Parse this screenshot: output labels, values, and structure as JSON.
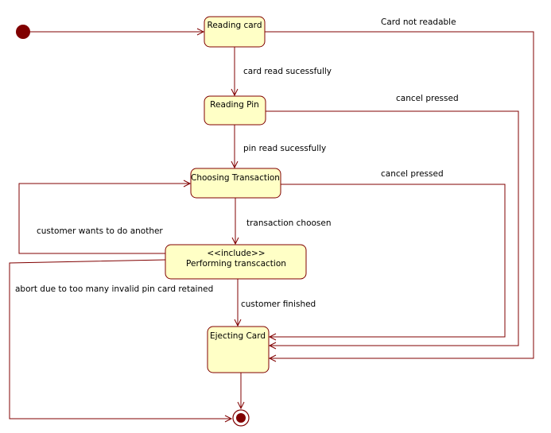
{
  "colors": {
    "line": "#800000",
    "state_fill": "#ffffc6",
    "initial_node": "#800000"
  },
  "nodes": {
    "initial": {
      "name": "initial-node"
    },
    "final": {
      "name": "final-node"
    }
  },
  "states": {
    "reading_card": "Reading card",
    "reading_pin": "Reading Pin",
    "choosing_transaction": "Choosing Transaction",
    "performing_stereotype": "<<include>>",
    "performing_transaction": "Performing transcaction",
    "ejecting_card": "Ejecting Card"
  },
  "transitions": {
    "card_not_readable": "Card not readable",
    "card_read_successfully": "card read sucessfully",
    "cancel_pressed_pin": "cancel pressed",
    "pin_read_successfully": "pin read sucessfully",
    "cancel_pressed_choosing": "cancel pressed",
    "transaction_chosen": "transaction choosen",
    "customer_wants_another": "customer wants to do another",
    "abort_too_many_invalid_pin": "abort due to too many invalid pin card retained",
    "customer_finished": "customer finished"
  }
}
